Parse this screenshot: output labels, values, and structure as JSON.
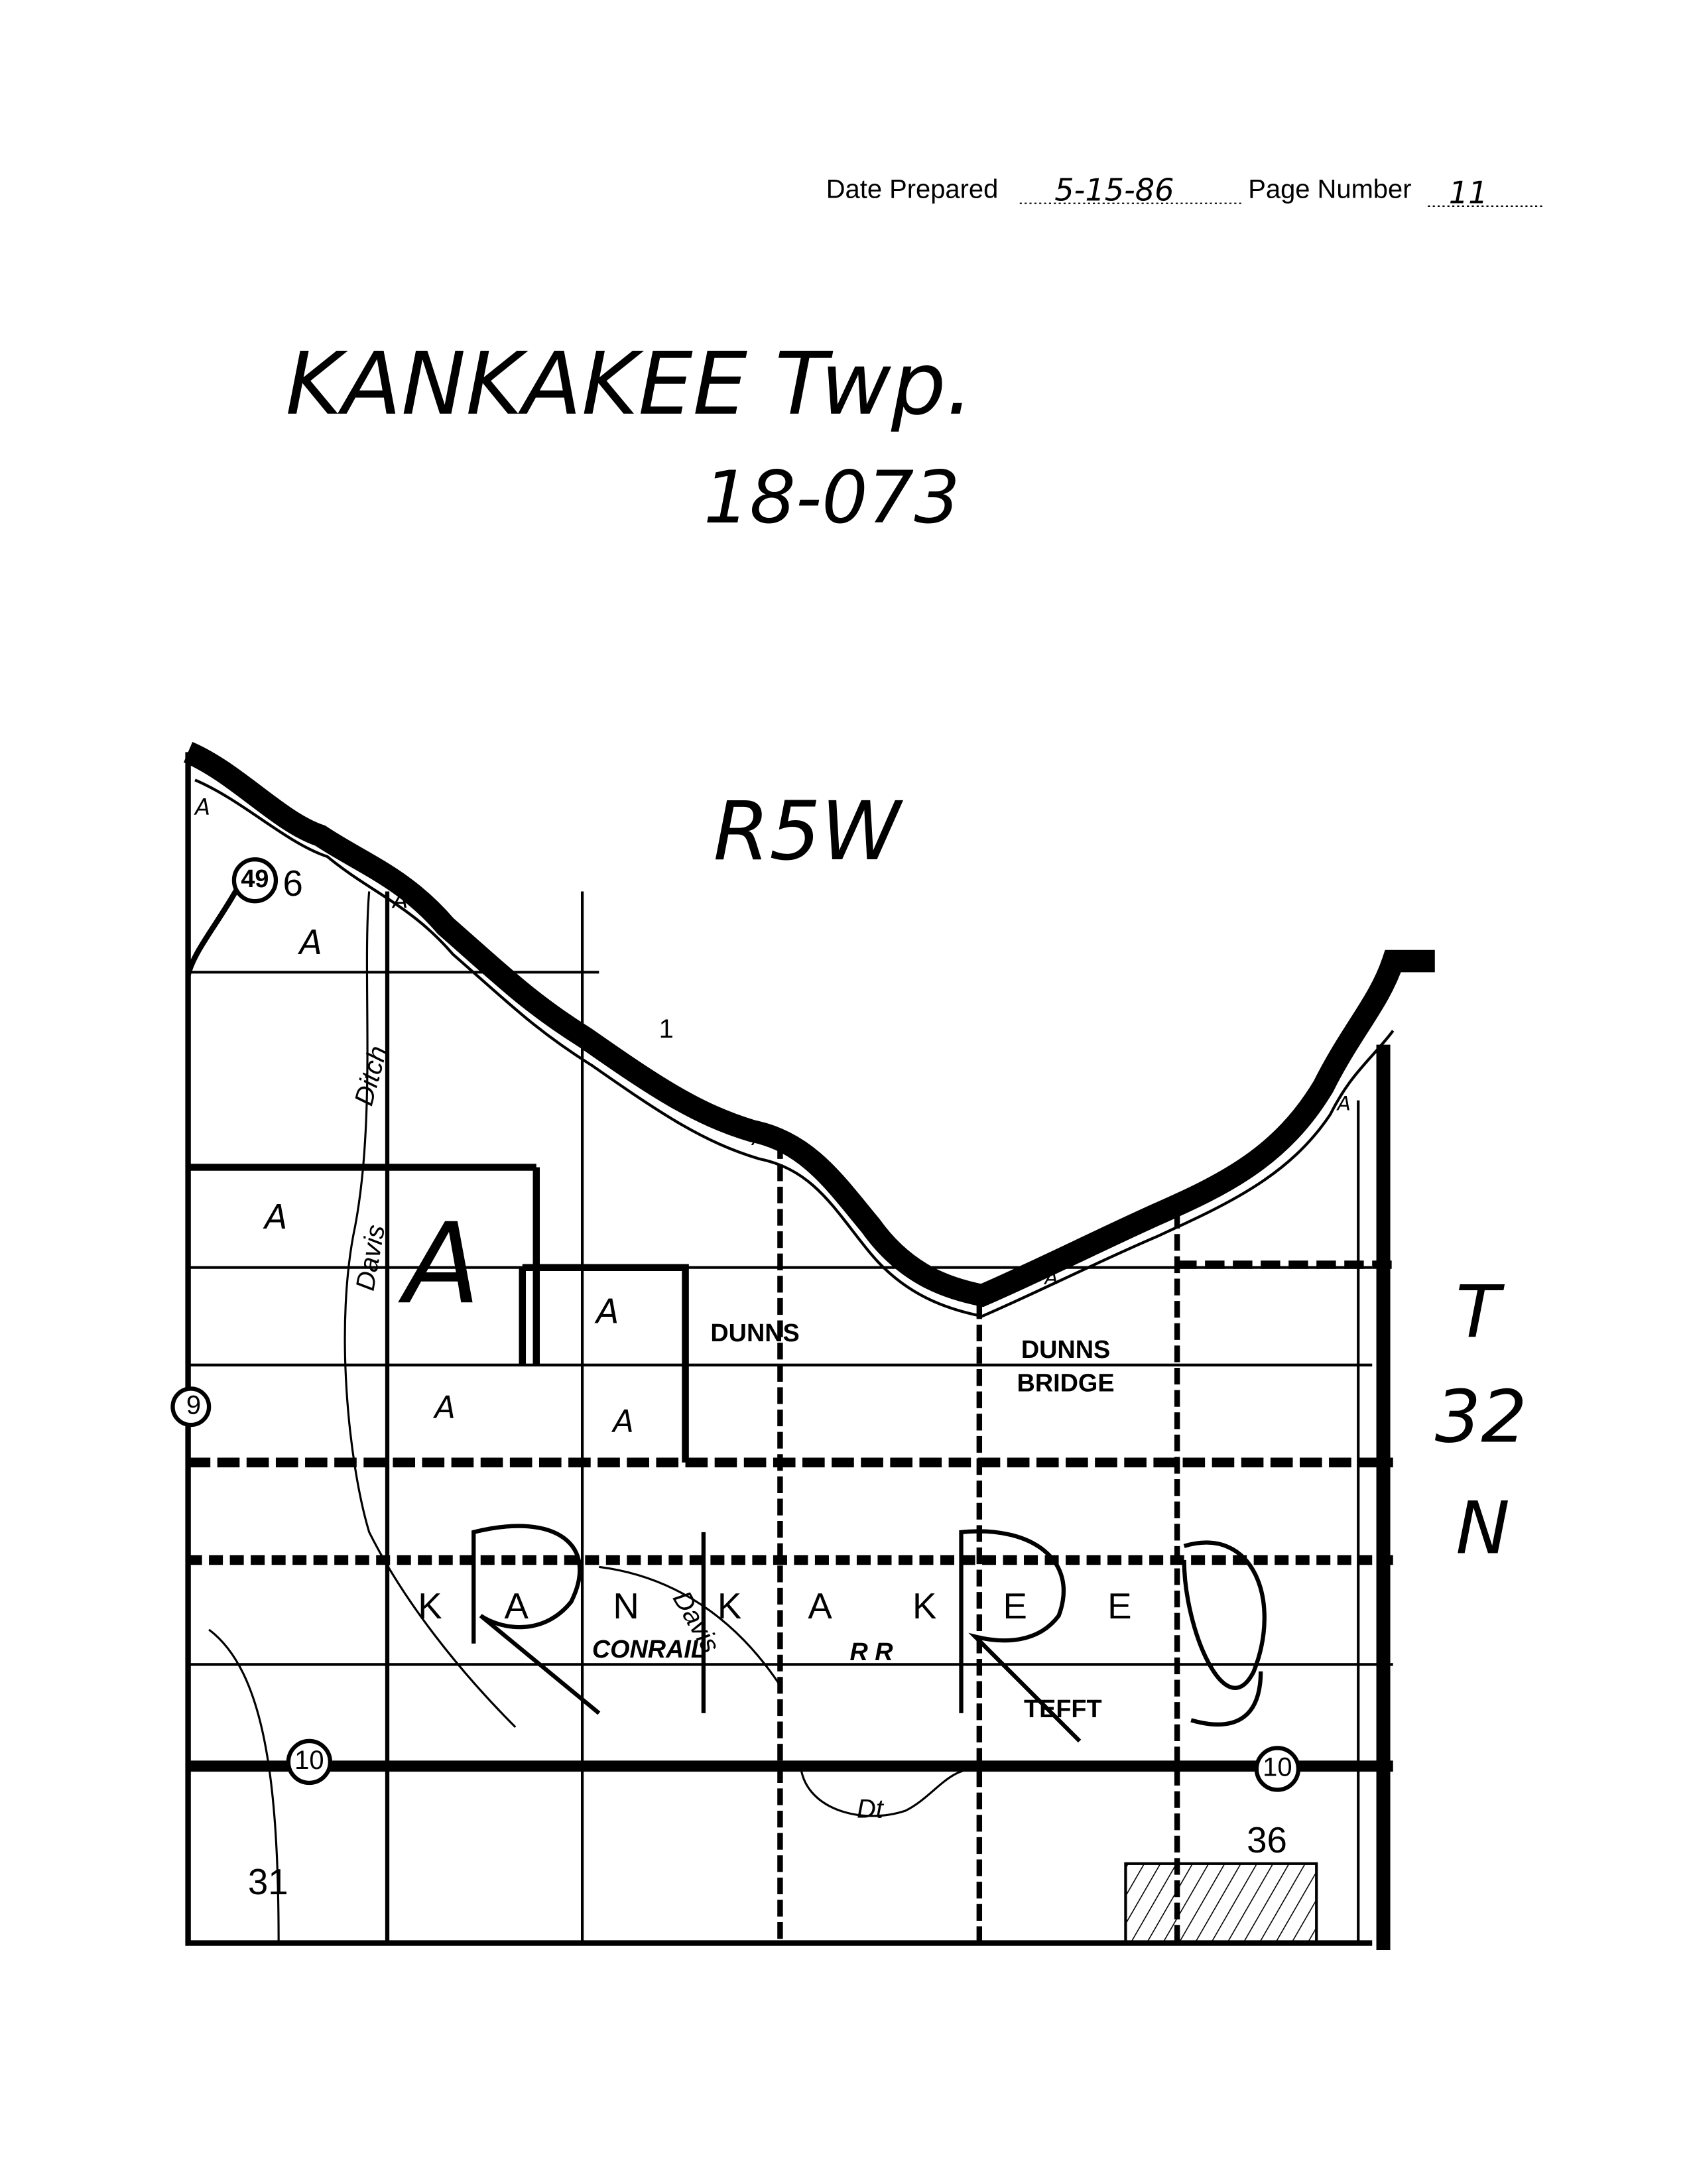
{
  "header": {
    "date_label": "Date Prepared",
    "date_value": "5-15-86",
    "page_label": "Page Number",
    "page_value": "11"
  },
  "title": {
    "line1": "KANKAKEE Twp.",
    "line2": "18-073"
  },
  "map": {
    "range_label": "R5W",
    "township_label": [
      "T",
      "32",
      "N"
    ],
    "place_labels": {
      "kankakee_letters": [
        "K",
        "A",
        "N",
        "K",
        "A",
        "K",
        "E",
        "E"
      ],
      "dunns": "DUNNS",
      "dunns_bridge_1": "DUNNS",
      "dunns_bridge_2": "BRIDGE",
      "tefft": "TEFFT",
      "conrail": "CONRAIL",
      "rr": "R R",
      "davis_ditch": "Davis",
      "davis_ditch_2": "Davis",
      "ditch": "Ditch",
      "dt": "Dt"
    },
    "section_numbers": [
      "6",
      "1",
      "31",
      "36"
    ],
    "route_markers": [
      "49",
      "10",
      "10",
      "9"
    ],
    "area_marks": [
      "A",
      "A",
      "A",
      "A",
      "A",
      "A",
      "A",
      "A",
      "A",
      "A",
      "A"
    ]
  }
}
